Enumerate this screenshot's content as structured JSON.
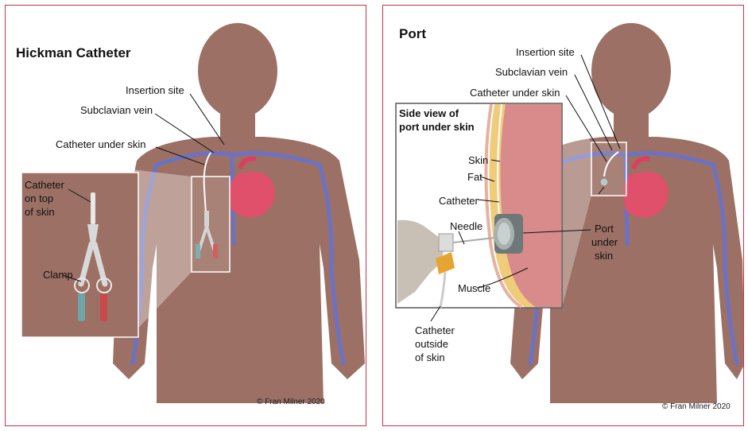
{
  "left_panel": {
    "title": "Hickman Catheter",
    "labels": {
      "insertion_site": "Insertion site",
      "subclavian_vein": "Subclavian vein",
      "catheter_under_skin": "Catheter under skin",
      "catheter_on_top_1": "Catheter",
      "catheter_on_top_2": "on top",
      "catheter_on_top_3": "of skin",
      "clamp": "Clamp"
    },
    "copyright": "© Fran Milner 2020"
  },
  "right_panel": {
    "title": "Port",
    "labels": {
      "insertion_site": "Insertion site",
      "subclavian_vein": "Subclavian vein",
      "catheter_under_skin": "Catheter under skin",
      "port_under_skin_1": "Port",
      "port_under_skin_2": "under",
      "port_under_skin_3": "skin"
    },
    "inset": {
      "title_1": "Side view of",
      "title_2": "port under skin",
      "skin": "Skin",
      "fat": "Fat",
      "catheter": "Catheter",
      "needle": "Needle",
      "muscle": "Muscle",
      "catheter_outside_1": "Catheter",
      "catheter_outside_2": "outside",
      "catheter_outside_3": "of skin"
    },
    "copyright": "© Fran Milner 2020"
  },
  "colors": {
    "frame": "#c8324a",
    "skin_body": "#9c7065",
    "veins": "#6b72c4",
    "heart": "#e0506a",
    "inset_bg": "#9c7065"
  }
}
